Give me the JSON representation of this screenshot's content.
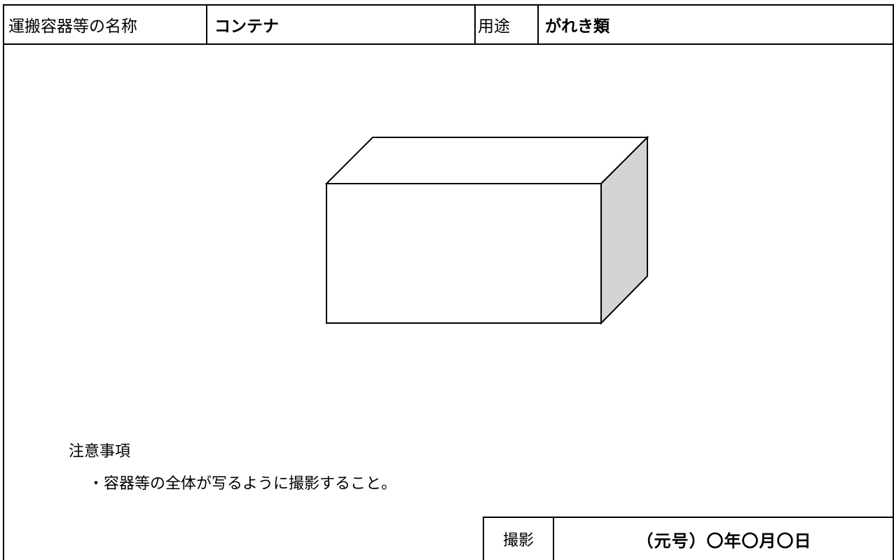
{
  "header": {
    "container_name_label": "運搬容器等の名称",
    "container_name_value": "コンテナ",
    "usage_label": "用途",
    "usage_value": "がれき類"
  },
  "illustration": {
    "subject": "container-box",
    "side_face_color": "#d4d4d4",
    "front_face_color": "#ffffff",
    "line_color": "#000000"
  },
  "notes": {
    "title": "注意事項",
    "items": [
      "・容器等の全体が写るように撮影すること。"
    ]
  },
  "photo": {
    "label": "撮影",
    "date": "（元号）〇年〇月〇日"
  }
}
